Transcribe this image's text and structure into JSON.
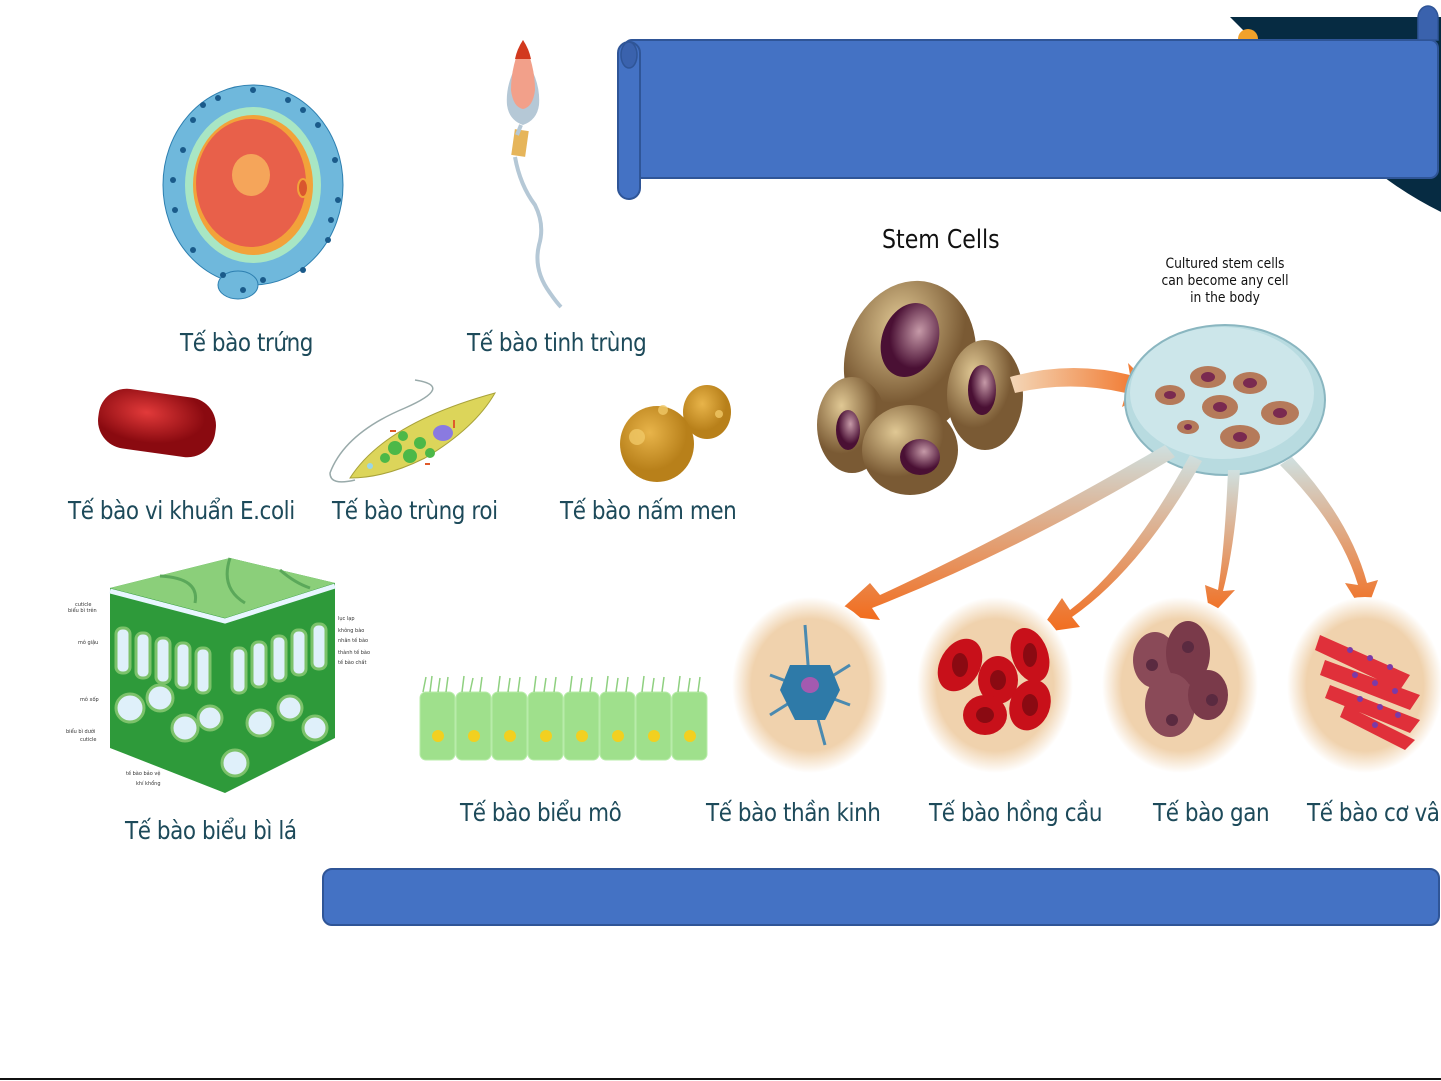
{
  "slide": {
    "top_banner": {
      "text": "",
      "color": "#4472c4"
    },
    "bottom_banner": {
      "text": "",
      "color": "#4472c4"
    }
  },
  "cells": [
    {
      "id": "egg",
      "label": "Tế bào trứng"
    },
    {
      "id": "sperm",
      "label": "Tế bào tinh trùng"
    },
    {
      "id": "ecoli",
      "label": "Tế bào vi khuẩn E.coli"
    },
    {
      "id": "euglena",
      "label": "Tế bào trùng roi"
    },
    {
      "id": "yeast",
      "label": "Tế bào nấm men"
    },
    {
      "id": "leaf",
      "label": "Tế bào biểu bì lá"
    },
    {
      "id": "epithelial",
      "label": "Tế bào biểu mô"
    },
    {
      "id": "neuron",
      "label": "Tế bào thần kinh"
    },
    {
      "id": "rbc",
      "label": "Tế bào hồng cầu"
    },
    {
      "id": "liver",
      "label": "Tế bào gan"
    },
    {
      "id": "muscle",
      "label": "Tế bào cơ vân"
    }
  ],
  "stem_diagram": {
    "title": "Stem Cells",
    "caption": "Cultured stem cells can become any cell in the body",
    "arrow_color": "#f26c1d"
  },
  "leaf_diagram": {
    "left_labels": [
      "cuticle",
      "biểu bì trên",
      "mô giậu",
      "mô xốp",
      "biểu bì dưới",
      "cuticle",
      "tế bào bảo vệ",
      "khí khổng"
    ],
    "right_labels": [
      "lục lạp",
      "không bào",
      "nhân tế bào",
      "thành tế bào",
      "tế bào chất"
    ]
  }
}
